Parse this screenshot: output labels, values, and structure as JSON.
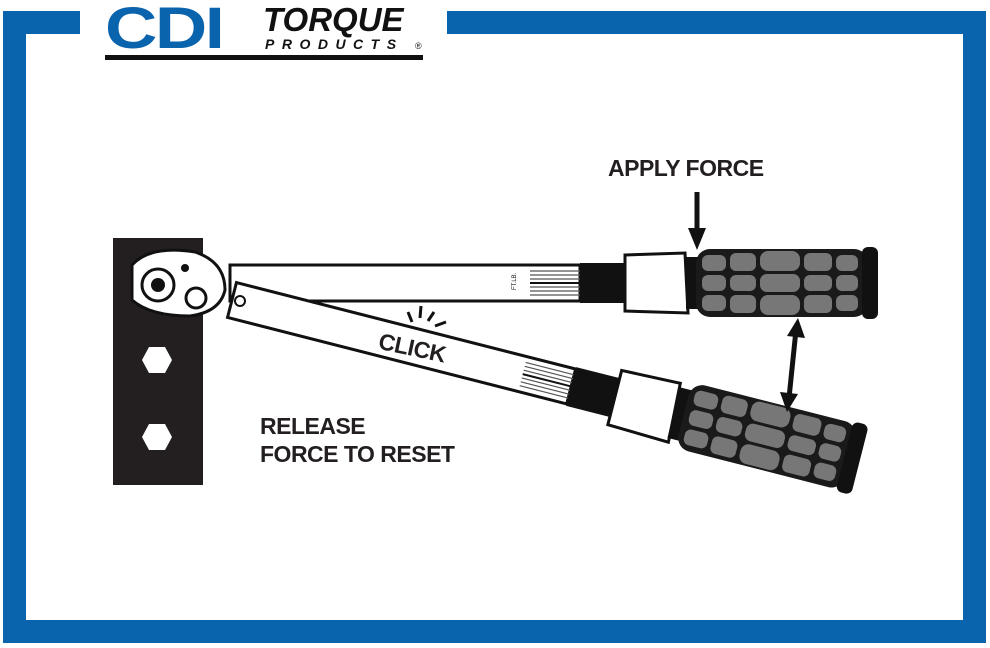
{
  "brand": {
    "primary": "CDI",
    "secondary": "TORQUE",
    "tagline": "PRODUCTS",
    "registered": "®",
    "color": "#0a63ad"
  },
  "labels": {
    "apply_force": "APPLY FORCE",
    "click": "CLICK",
    "release_line1": "RELEASE",
    "release_line2": "FORCE TO RESET"
  },
  "scale_unit": "FT.LB."
}
